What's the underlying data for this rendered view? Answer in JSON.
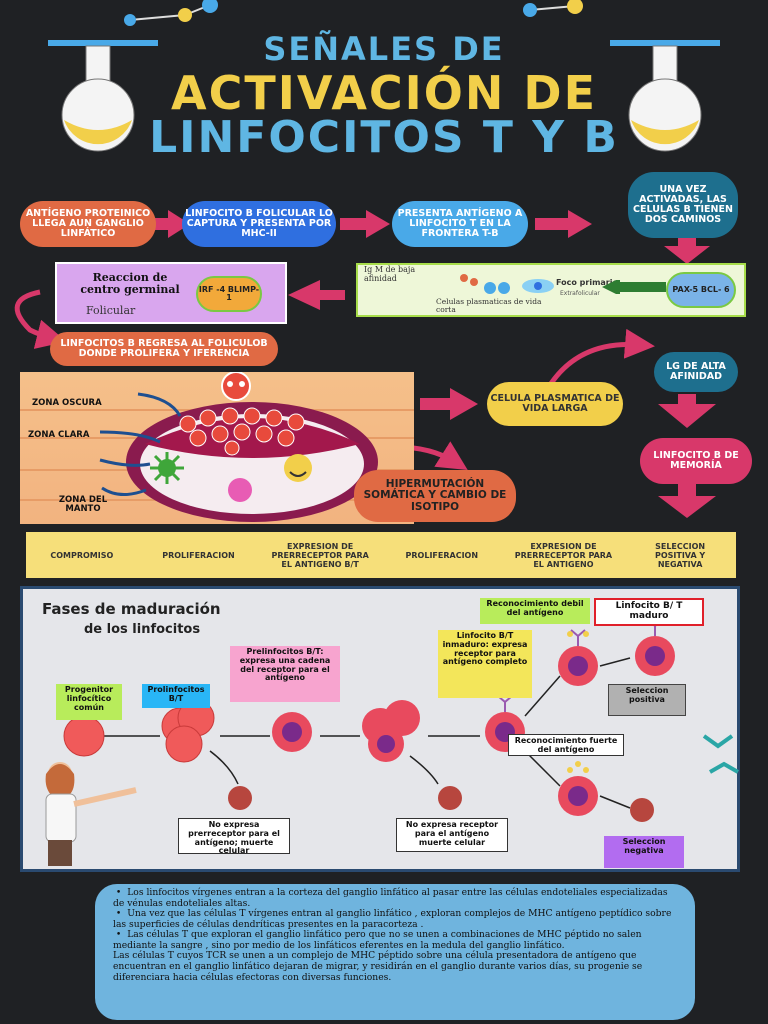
{
  "title": {
    "line1": "SEÑALES DE",
    "line2": "ACTIVACIÓN DE",
    "line3": "LINFOCITOS T Y B"
  },
  "flow": {
    "step1": "ANTÍGENO PROTEINICO LLEGA AUN GANGLIO LINFÁTICO",
    "step2": "LINFOCITO B FOLICULAR LO CAPTURA Y PRESENTA POR MHC-II",
    "step3": "PRESENTA ANTÍGENO A LINFOCITO T EN LA FRONTERA T-B",
    "step4": "UNA VEZ ACTIVADAS, LAS CELULAS B TIENEN DOS CAMINOS",
    "germinal_title": "Reaccion de centro germinal",
    "germinal_sub": "Folicular",
    "irf": "IRF -4 BLIMP-1",
    "igm": "Ig M de baja afinidad",
    "foco": "Foco primario",
    "foco_sub": "Extrafolicular",
    "plasm_short": "Celulas plasmaticas de vida corta",
    "pax": "Pax-5 Bcl- 6",
    "return": "LINFOCITOS B REGRESA AL FOLICULOB DONDE PROLIFERA Y IFERENCIA",
    "zona_oscura": "ZONA OSCURA",
    "zona_clara": "ZONA CLARA",
    "zona_manto": "ZONA DEL MANTO",
    "plasma_long": "CELULA PLASMATICA DE VIDA LARGA",
    "ig_alta": "LG DE ALTA AFINIDAD",
    "memoria": "LINFOCITO B DE MEMORÍA",
    "hiper": "HIPERMUTACIÓN SOMÁTICA Y CAMBIO DE ISOTIPO"
  },
  "stages": [
    "COMPROMISO",
    "PROLIFERACION",
    "EXPRESION DE PRERRECEPTOR PARA EL ANTIGENO B/T",
    "PROLIFERACION",
    "EXPRESION DE PRERRECEPTOR PARA EL ANTIGENO",
    "SELECCION POSITIVA Y NEGATIVA"
  ],
  "phases": {
    "title_line1": "Fases de maduración",
    "title_line2": "de los linfocitos",
    "progenitor": "Progenitor linfocítico común",
    "prolinf": "Prolinfocitos B/T",
    "prelinf": "Prelinfocitos B/T: expresa una cadena del receptor para el antígeno",
    "inmaduro": "Linfocito B/T inmaduro: expresa receptor para antígeno completo",
    "rec_debil": "Reconocimiento debil del antígeno",
    "maduro": "Linfocito B/ T maduro",
    "sel_pos": "Seleccion positiva",
    "rec_fuerte": "Reconocimiento fuerte del antígeno",
    "no_pre": "No expresa prerreceptor para el antígeno; muerte celular",
    "no_rec": "No expresa receptor para el antígeno muerte celular",
    "sel_neg": "Seleccion negativa"
  },
  "bullets": [
    "Los linfocitos vírgenes entran a la corteza del ganglio linfático al pasar entre las células endoteliales especializadas de vénulas endoteliales altas.",
    "Una vez que las células T vírgenes entran al ganglio linfático , exploran complejos de MHC antígeno peptídico sobre las superficies de células dendríticas presentes en la paracorteza .",
    "Las células T que exploran el ganglio linfático pero que no se unen a combinaciones de MHC péptido no salen mediante la sangre , sino por medio de los linfáticos eferentes en la medula del ganglio linfático.",
    "Las células T cuyos TCR se unen a un complejo de MHC péptido sobre una célula presentadora de antígeno que encuentran en el ganglio linfático dejaran de migrar, y residirán en el ganglio durante varios días, su progenie se diferenciara hacia células efectoras con diversas funciones."
  ]
}
